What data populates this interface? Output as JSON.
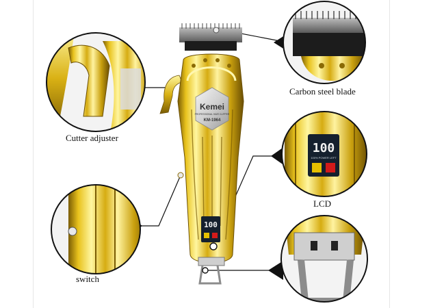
{
  "product": {
    "brand": "Kemei",
    "subtitle": "PROFESSIONAL HAIR CLIPPER",
    "model": "KM-1964",
    "display_digits": "100",
    "display_small_text": "100%  POWER LEFT"
  },
  "callouts": {
    "blade": "Carbon steel blade",
    "adjuster": "Cutter adjuster",
    "lcd": "LCD",
    "switch": "switch"
  },
  "colors": {
    "gold_light": "#fff6a0",
    "gold_mid": "#e8c21c",
    "gold_dark": "#8a6a05",
    "blade": "#2a2a2a",
    "lcd_bg": "#15202e"
  }
}
